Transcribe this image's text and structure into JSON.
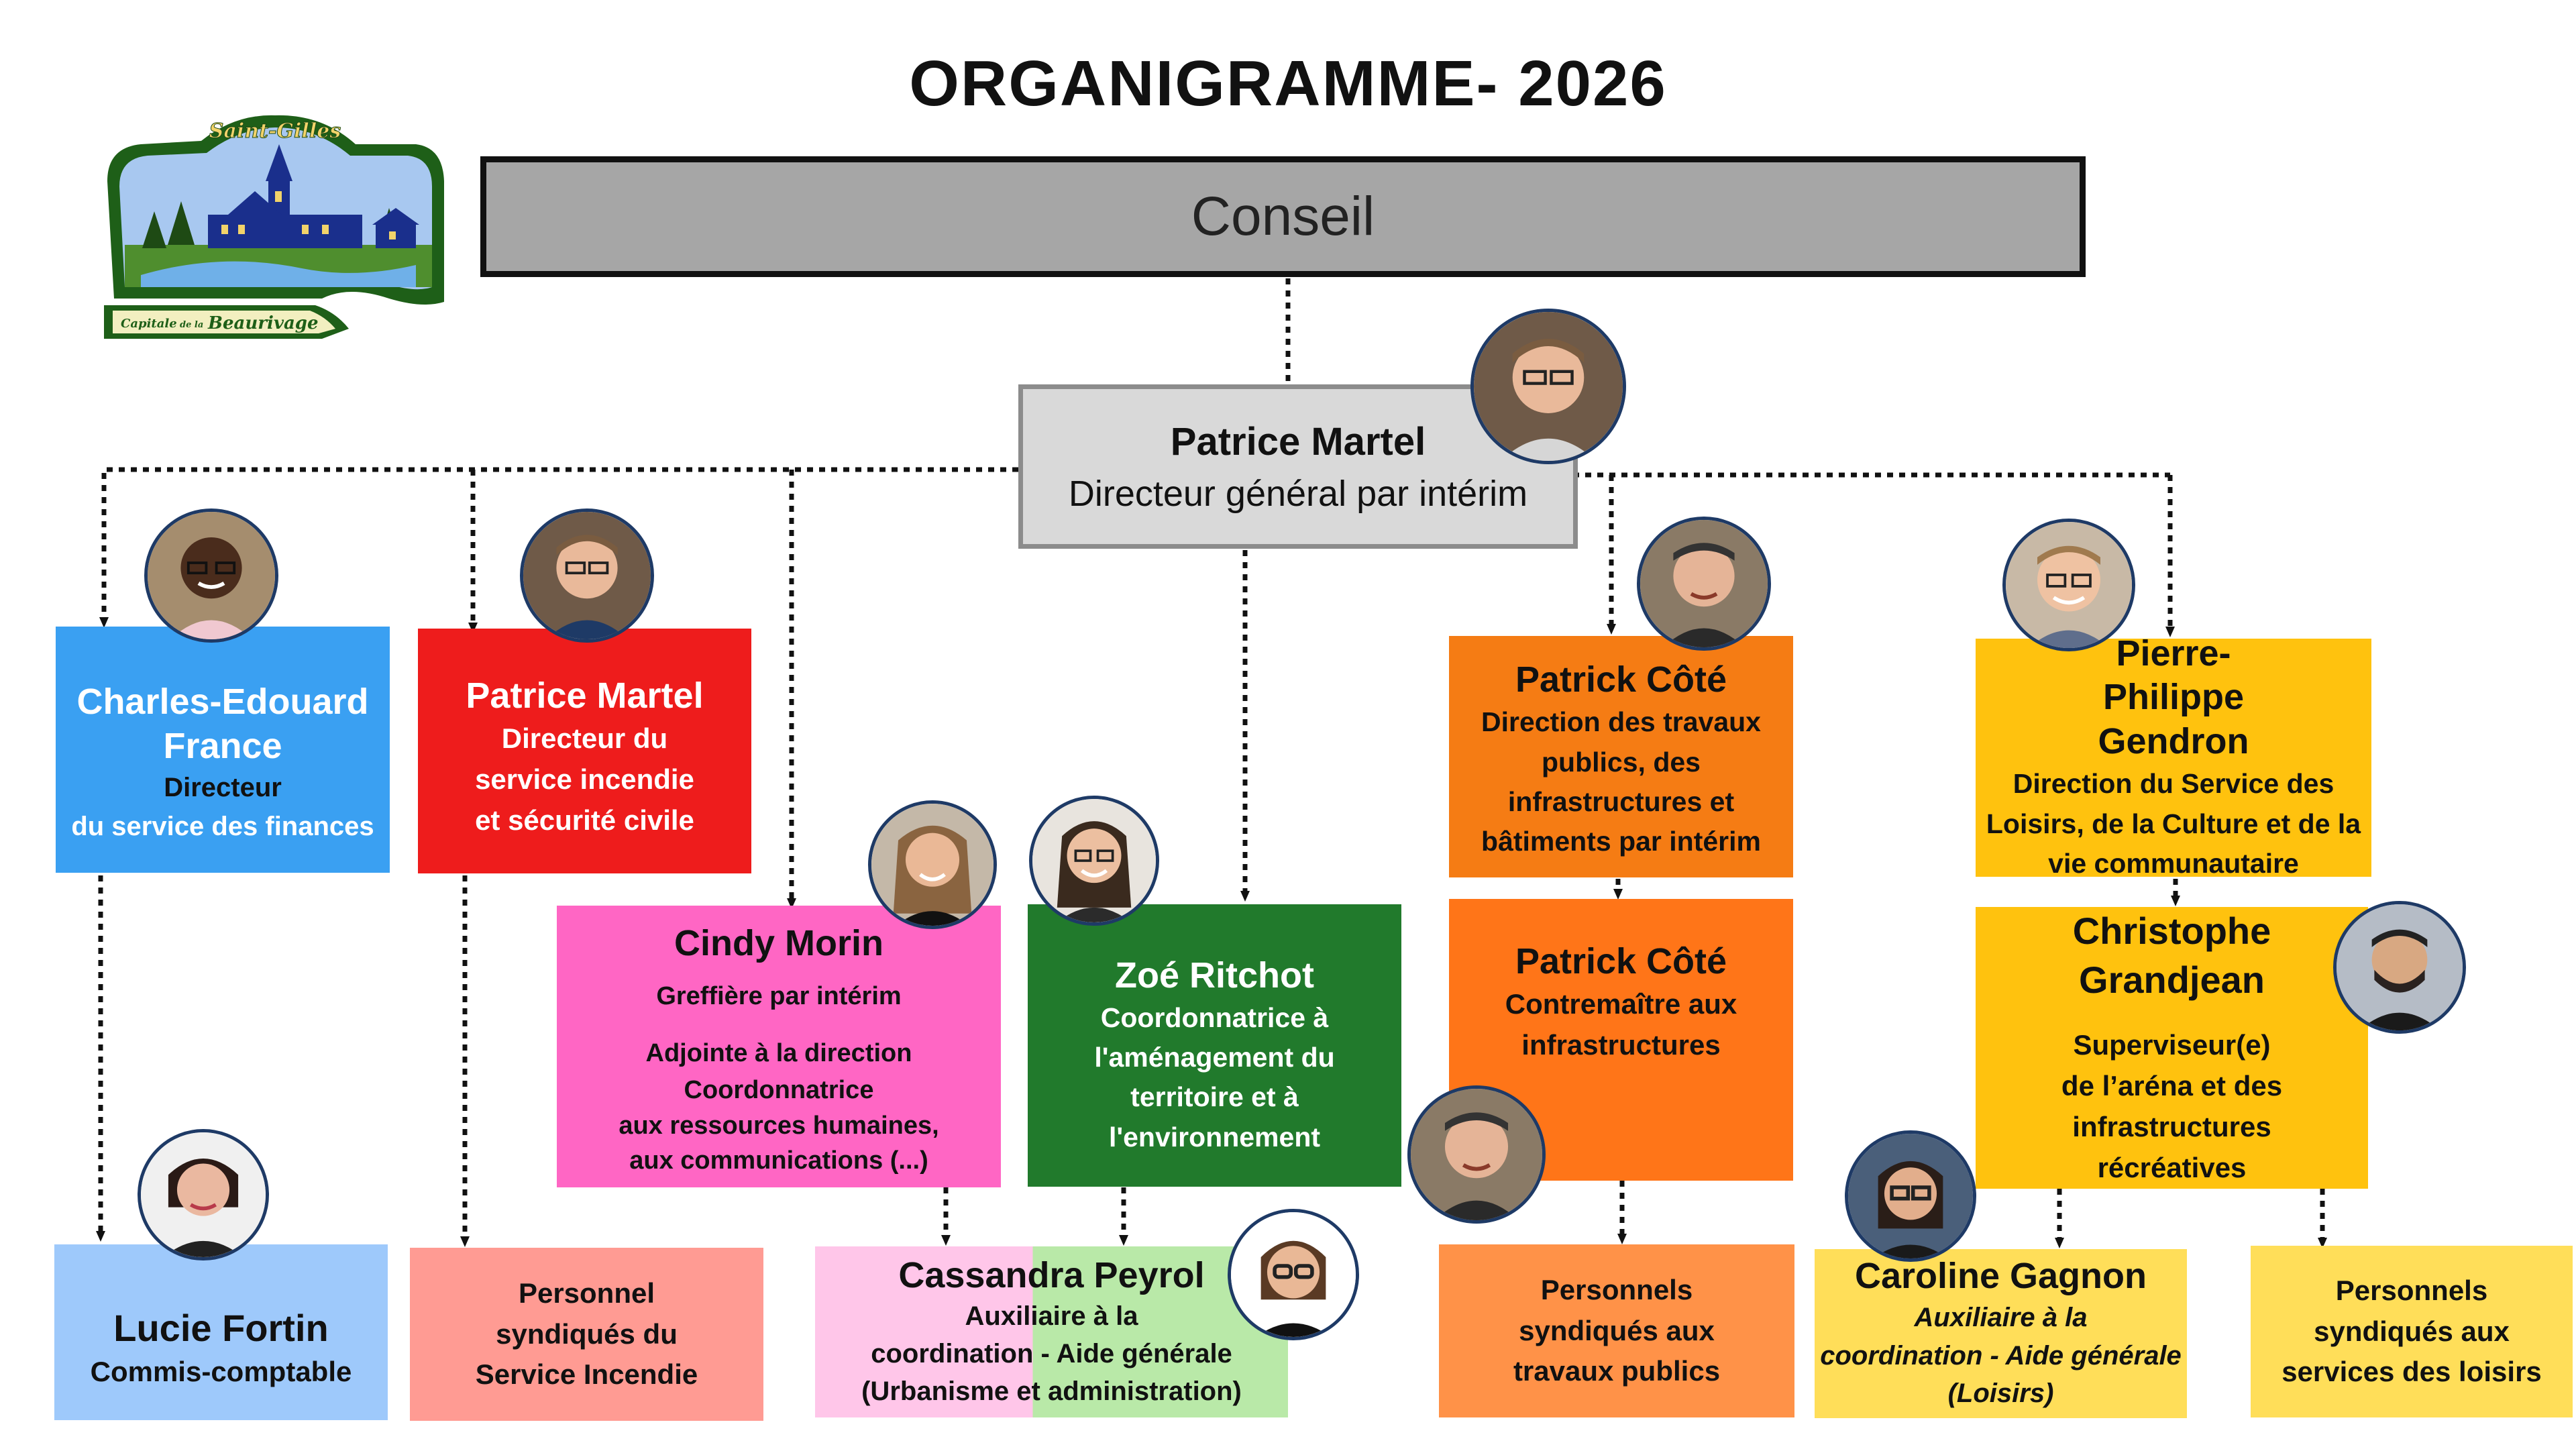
{
  "title": "ORGANIGRAMME- 2026",
  "logo": {
    "top_text": "Saint-Gilles",
    "bottom_left": "Capitale",
    "bottom_mid": "de la",
    "bottom_right": "Beaurivage"
  },
  "conseil": "Conseil",
  "dg": {
    "name": "Patrice Martel",
    "role": "Directeur général par intérim"
  },
  "finances": {
    "name": "Charles-Edouard France",
    "role1": "Directeur",
    "role2": "du service des finances"
  },
  "incendie": {
    "name": "Patrice Martel",
    "role": "Directeur du service incendie et sécurité civile"
  },
  "greffe": {
    "name": "Cindy Morin",
    "role1": "Greffière par intérim",
    "role2": "Adjointe à la direction",
    "role3": "Coordonnatrice",
    "role4": "aux ressources humaines,",
    "role5": "aux communications (...)"
  },
  "amenagement": {
    "name": "Zoé Ritchot",
    "role": "Coordonnatrice à l'aménagement du territoire et à l'environnement"
  },
  "travaux": {
    "name": "Patrick Côté",
    "role": "Direction des travaux publics, des infrastructures et bâtiments par intérim"
  },
  "contremaitre": {
    "name": "Patrick Côté",
    "role": "Contremaître aux infrastructures"
  },
  "loisirs": {
    "name": "Pierre-Philippe Gendron",
    "role": "Direction du Service des Loisirs, de la Culture et de la vie communautaire"
  },
  "arena": {
    "name": "Christophe Grandjean",
    "role": "Superviseur(e) de l’aréna et des infrastructures récréatives"
  },
  "comptable": {
    "name": "Lucie Fortin",
    "role": "Commis-comptable"
  },
  "syndic_incendie": "Personnel syndiqués du Service Incendie",
  "peyrol": {
    "name": "Cassandra Peyrol",
    "role1": "Auxiliaire à la",
    "role2": "coordination - Aide générale",
    "role3": "(Urbanisme et administration)"
  },
  "syndic_travaux": "Personnels syndiqués aux travaux publics",
  "gagnon": {
    "name": "Caroline Gagnon",
    "role1": "Auxiliaire à la",
    "role2": "coordination - Aide générale",
    "role3": "(Loisirs)"
  },
  "syndic_loisirs": "Personnels syndiqués aux services des loisirs",
  "colors": {
    "conseil": "#a6a6a6",
    "dg": "#d9d9d9",
    "finances": "#3aa0f2",
    "incendie": "#ee1c1c",
    "greffe": "#ff66c4",
    "amenagement": "#217a2c",
    "travaux": "#f57c14",
    "contremaitre": "#ff7518",
    "loisirs": "#ffc20e",
    "comptable": "#9ec9fb",
    "syndic_incendie": "#ff9b93",
    "peyrol_left": "#ffc6e9",
    "peyrol_right": "#b9e9a8",
    "syndic_travaux": "#ff9248",
    "gagnon": "#ffde59",
    "syndic_loisirs": "#ffde59"
  },
  "photos": [
    "man-dark-skin-glasses",
    "man-glasses",
    "man-glasses",
    "man-short-hair",
    "man-glasses-smiling",
    "woman-long-hair",
    "woman-dark-hair-glasses",
    "man-dark-hair-beard",
    "woman-dark-hair",
    "woman-glasses",
    "man-short-hair",
    "woman-glasses-dark-hair"
  ]
}
